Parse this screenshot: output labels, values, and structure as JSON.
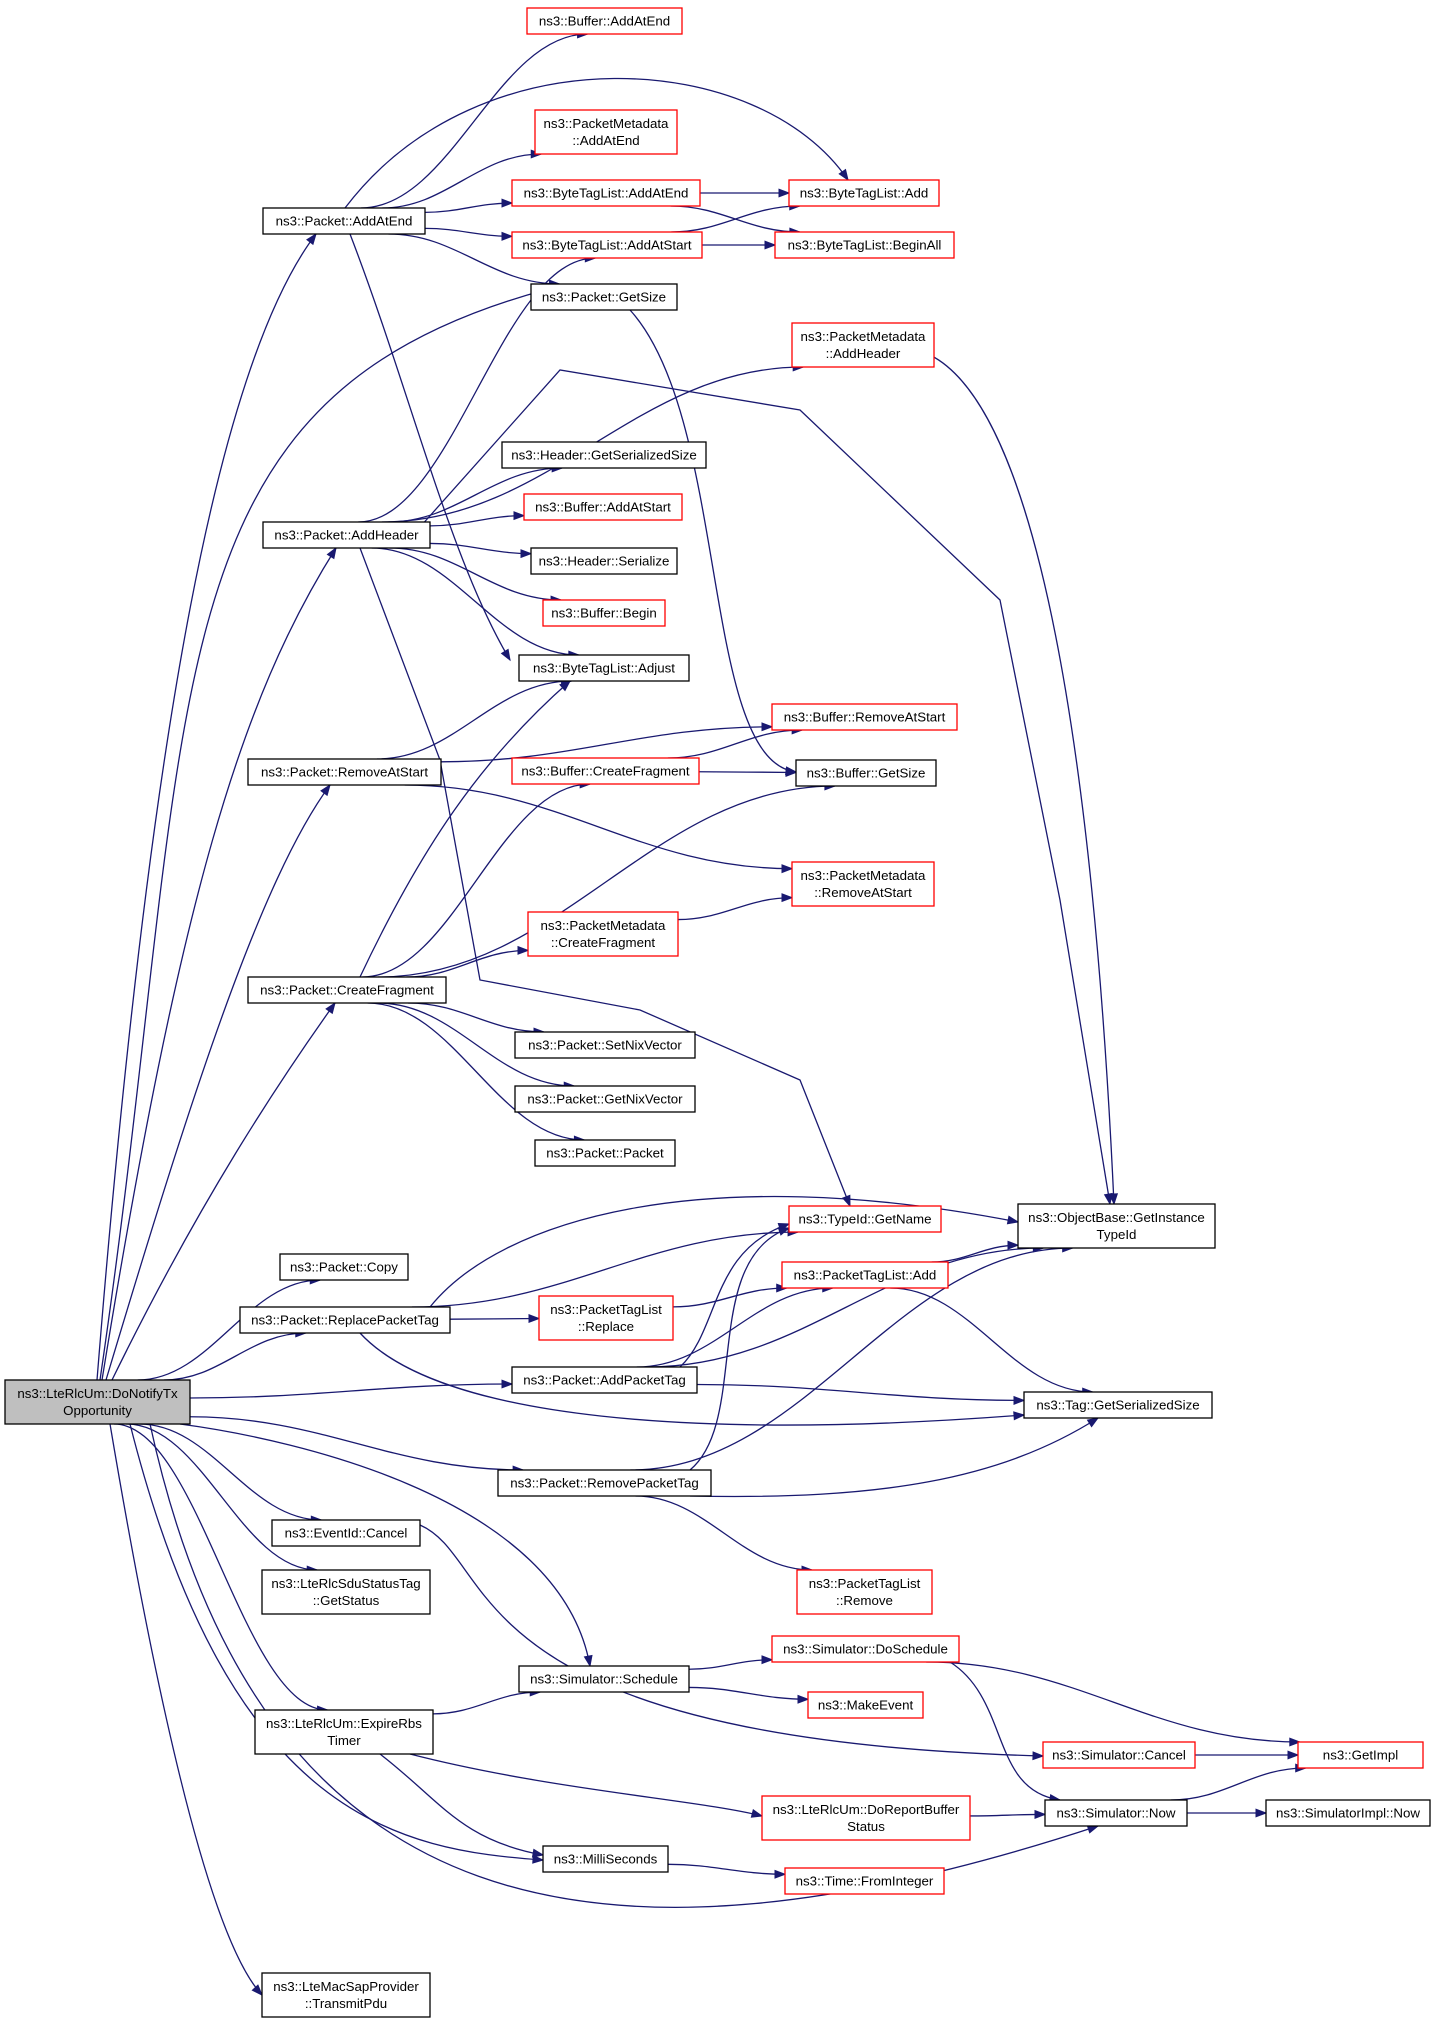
{
  "colors": {
    "edge": "#191970",
    "node_border_normal": "#000000",
    "node_border_truncated": "#ff0000",
    "root_fill": "#bfbfbf",
    "node_fill": "#ffffff"
  },
  "nodes": [
    {
      "id": "root",
      "lines": [
        "ns3::LteRlcUm::DoNotifyTx",
        "Opportunity"
      ],
      "border": "black",
      "root": true
    },
    {
      "id": "addAtEnd",
      "lines": [
        "ns3::Packet::AddAtEnd"
      ],
      "border": "black"
    },
    {
      "id": "addHeader",
      "lines": [
        "ns3::Packet::AddHeader"
      ],
      "border": "black"
    },
    {
      "id": "removeAtStart",
      "lines": [
        "ns3::Packet::RemoveAtStart"
      ],
      "border": "black"
    },
    {
      "id": "createFragment",
      "lines": [
        "ns3::Packet::CreateFragment"
      ],
      "border": "black"
    },
    {
      "id": "copy",
      "lines": [
        "ns3::Packet::Copy"
      ],
      "border": "black"
    },
    {
      "id": "replacePacketTag",
      "lines": [
        "ns3::Packet::ReplacePacketTag"
      ],
      "border": "black"
    },
    {
      "id": "addPacketTag",
      "lines": [
        "ns3::Packet::AddPacketTag"
      ],
      "border": "black"
    },
    {
      "id": "removePacketTag",
      "lines": [
        "ns3::Packet::RemovePacketTag"
      ],
      "border": "black"
    },
    {
      "id": "eventCancel",
      "lines": [
        "ns3::EventId::Cancel"
      ],
      "border": "black"
    },
    {
      "id": "sduGetStatus",
      "lines": [
        "ns3::LteRlcSduStatusTag",
        "::GetStatus"
      ],
      "border": "black"
    },
    {
      "id": "simSchedule",
      "lines": [
        "ns3::Simulator::Schedule"
      ],
      "border": "black"
    },
    {
      "id": "expireRbs",
      "lines": [
        "ns3::LteRlcUm::ExpireRbs",
        "Timer"
      ],
      "border": "black"
    },
    {
      "id": "milliSeconds",
      "lines": [
        "ns3::MilliSeconds"
      ],
      "border": "black"
    },
    {
      "id": "transmitPdu",
      "lines": [
        "ns3::LteMacSapProvider",
        "::TransmitPdu"
      ],
      "border": "black"
    },
    {
      "id": "bufAddAtEnd",
      "lines": [
        "ns3::Buffer::AddAtEnd"
      ],
      "border": "red"
    },
    {
      "id": "pmAddAtEnd",
      "lines": [
        "ns3::PacketMetadata",
        "::AddAtEnd"
      ],
      "border": "red"
    },
    {
      "id": "btlAddAtEnd",
      "lines": [
        "ns3::ByteTagList::AddAtEnd"
      ],
      "border": "red"
    },
    {
      "id": "btlAddAtStart",
      "lines": [
        "ns3::ByteTagList::AddAtStart"
      ],
      "border": "red"
    },
    {
      "id": "pktGetSize",
      "lines": [
        "ns3::Packet::GetSize"
      ],
      "border": "black"
    },
    {
      "id": "btlAdd",
      "lines": [
        "ns3::ByteTagList::Add"
      ],
      "border": "red"
    },
    {
      "id": "btlBeginAll",
      "lines": [
        "ns3::ByteTagList::BeginAll"
      ],
      "border": "red"
    },
    {
      "id": "pmAddHeader",
      "lines": [
        "ns3::PacketMetadata",
        "::AddHeader"
      ],
      "border": "red"
    },
    {
      "id": "hdrGetSerSize",
      "lines": [
        "ns3::Header::GetSerializedSize"
      ],
      "border": "black"
    },
    {
      "id": "bufAddAtStart",
      "lines": [
        "ns3::Buffer::AddAtStart"
      ],
      "border": "red"
    },
    {
      "id": "hdrSerialize",
      "lines": [
        "ns3::Header::Serialize"
      ],
      "border": "black"
    },
    {
      "id": "bufBegin",
      "lines": [
        "ns3::Buffer::Begin"
      ],
      "border": "red"
    },
    {
      "id": "btlAdjust",
      "lines": [
        "ns3::ByteTagList::Adjust"
      ],
      "border": "black"
    },
    {
      "id": "bufRemoveAtStart",
      "lines": [
        "ns3::Buffer::RemoveAtStart"
      ],
      "border": "red"
    },
    {
      "id": "bufCreateFragment",
      "lines": [
        "ns3::Buffer::CreateFragment"
      ],
      "border": "red"
    },
    {
      "id": "bufGetSize",
      "lines": [
        "ns3::Buffer::GetSize"
      ],
      "border": "black"
    },
    {
      "id": "pmRemoveAtStart",
      "lines": [
        "ns3::PacketMetadata",
        "::RemoveAtStart"
      ],
      "border": "red"
    },
    {
      "id": "pmCreateFragment",
      "lines": [
        "ns3::PacketMetadata",
        "::CreateFragment"
      ],
      "border": "red"
    },
    {
      "id": "setNixVector",
      "lines": [
        "ns3::Packet::SetNixVector"
      ],
      "border": "black"
    },
    {
      "id": "getNixVector",
      "lines": [
        "ns3::Packet::GetNixVector"
      ],
      "border": "black"
    },
    {
      "id": "pktPacket",
      "lines": [
        "ns3::Packet::Packet"
      ],
      "border": "black"
    },
    {
      "id": "typeIdGetName",
      "lines": [
        "ns3::TypeId::GetName"
      ],
      "border": "red"
    },
    {
      "id": "objGetInstance",
      "lines": [
        "ns3::ObjectBase::GetInstance",
        "TypeId"
      ],
      "border": "black"
    },
    {
      "id": "ptlAdd",
      "lines": [
        "ns3::PacketTagList::Add"
      ],
      "border": "red"
    },
    {
      "id": "ptlReplace",
      "lines": [
        "ns3::PacketTagList",
        "::Replace"
      ],
      "border": "red"
    },
    {
      "id": "tagGetSerSize",
      "lines": [
        "ns3::Tag::GetSerializedSize"
      ],
      "border": "black"
    },
    {
      "id": "ptlRemove",
      "lines": [
        "ns3::PacketTagList",
        "::Remove"
      ],
      "border": "red"
    },
    {
      "id": "simDoSchedule",
      "lines": [
        "ns3::Simulator::DoSchedule"
      ],
      "border": "red"
    },
    {
      "id": "makeEvent",
      "lines": [
        "ns3::MakeEvent"
      ],
      "border": "red"
    },
    {
      "id": "simCancel",
      "lines": [
        "ns3::Simulator::Cancel"
      ],
      "border": "red"
    },
    {
      "id": "getImpl",
      "lines": [
        "ns3::GetImpl"
      ],
      "border": "red"
    },
    {
      "id": "doReportBuffer",
      "lines": [
        "ns3::LteRlcUm::DoReportBuffer",
        "Status"
      ],
      "border": "red"
    },
    {
      "id": "simNow",
      "lines": [
        "ns3::Simulator::Now"
      ],
      "border": "black"
    },
    {
      "id": "simImplNow",
      "lines": [
        "ns3::SimulatorImpl::Now"
      ],
      "border": "black"
    },
    {
      "id": "timeFromInteger",
      "lines": [
        "ns3::Time::FromInteger"
      ],
      "border": "red"
    }
  ],
  "edges": [
    [
      "root",
      "addAtEnd"
    ],
    [
      "root",
      "pktGetSize"
    ],
    [
      "root",
      "addHeader"
    ],
    [
      "root",
      "removeAtStart"
    ],
    [
      "root",
      "createFragment"
    ],
    [
      "root",
      "copy"
    ],
    [
      "root",
      "replacePacketTag"
    ],
    [
      "root",
      "addPacketTag"
    ],
    [
      "root",
      "removePacketTag"
    ],
    [
      "root",
      "eventCancel"
    ],
    [
      "root",
      "sduGetStatus"
    ],
    [
      "root",
      "simSchedule"
    ],
    [
      "root",
      "expireRbs"
    ],
    [
      "root",
      "milliSeconds"
    ],
    [
      "root",
      "simNow"
    ],
    [
      "root",
      "transmitPdu"
    ],
    [
      "addAtEnd",
      "bufAddAtEnd"
    ],
    [
      "addAtEnd",
      "btlAdd"
    ],
    [
      "addAtEnd",
      "pmAddAtEnd"
    ],
    [
      "addAtEnd",
      "btlAddAtEnd"
    ],
    [
      "addAtEnd",
      "btlAddAtStart"
    ],
    [
      "addAtEnd",
      "pktGetSize"
    ],
    [
      "addAtEnd",
      "btlAdjust"
    ],
    [
      "btlAddAtEnd",
      "btlAdd"
    ],
    [
      "btlAddAtEnd",
      "btlBeginAll"
    ],
    [
      "btlAddAtStart",
      "btlAdd"
    ],
    [
      "btlAddAtStart",
      "btlBeginAll"
    ],
    [
      "pktGetSize",
      "bufGetSize"
    ],
    [
      "pmAddHeader",
      "objGetInstance"
    ],
    [
      "addHeader",
      "btlAddAtStart"
    ],
    [
      "addHeader",
      "pmAddHeader"
    ],
    [
      "addHeader",
      "objGetInstance"
    ],
    [
      "addHeader",
      "hdrGetSerSize"
    ],
    [
      "addHeader",
      "bufAddAtStart"
    ],
    [
      "addHeader",
      "hdrSerialize"
    ],
    [
      "addHeader",
      "bufBegin"
    ],
    [
      "addHeader",
      "btlAdjust"
    ],
    [
      "addHeader",
      "typeIdGetName"
    ],
    [
      "removeAtStart",
      "btlAdjust"
    ],
    [
      "removeAtStart",
      "bufRemoveAtStart"
    ],
    [
      "removeAtStart",
      "pmRemoveAtStart"
    ],
    [
      "bufCreateFragment",
      "bufRemoveAtStart"
    ],
    [
      "bufCreateFragment",
      "bufGetSize"
    ],
    [
      "pmCreateFragment",
      "pmRemoveAtStart"
    ],
    [
      "createFragment",
      "btlAdjust"
    ],
    [
      "createFragment",
      "bufCreateFragment"
    ],
    [
      "createFragment",
      "bufGetSize"
    ],
    [
      "createFragment",
      "pmCreateFragment"
    ],
    [
      "createFragment",
      "setNixVector"
    ],
    [
      "createFragment",
      "getNixVector"
    ],
    [
      "createFragment",
      "pktPacket"
    ],
    [
      "replacePacketTag",
      "objGetInstance"
    ],
    [
      "replacePacketTag",
      "typeIdGetName"
    ],
    [
      "replacePacketTag",
      "ptlReplace"
    ],
    [
      "replacePacketTag",
      "tagGetSerSize"
    ],
    [
      "ptlReplace",
      "ptlAdd"
    ],
    [
      "ptlAdd",
      "objGetInstance"
    ],
    [
      "ptlAdd",
      "tagGetSerSize"
    ],
    [
      "addPacketTag",
      "typeIdGetName"
    ],
    [
      "addPacketTag",
      "ptlAdd"
    ],
    [
      "addPacketTag",
      "objGetInstance"
    ],
    [
      "addPacketTag",
      "tagGetSerSize"
    ],
    [
      "removePacketTag",
      "typeIdGetName"
    ],
    [
      "removePacketTag",
      "objGetInstance"
    ],
    [
      "removePacketTag",
      "tagGetSerSize"
    ],
    [
      "removePacketTag",
      "ptlRemove"
    ],
    [
      "eventCancel",
      "simCancel"
    ],
    [
      "simSchedule",
      "simDoSchedule"
    ],
    [
      "simSchedule",
      "makeEvent"
    ],
    [
      "simDoSchedule",
      "getImpl"
    ],
    [
      "simDoSchedule",
      "simNow"
    ],
    [
      "simCancel",
      "getImpl"
    ],
    [
      "expireRbs",
      "simSchedule"
    ],
    [
      "expireRbs",
      "doReportBuffer"
    ],
    [
      "expireRbs",
      "milliSeconds"
    ],
    [
      "doReportBuffer",
      "simNow"
    ],
    [
      "simNow",
      "getImpl"
    ],
    [
      "simNow",
      "simImplNow"
    ],
    [
      "milliSeconds",
      "timeFromInteger"
    ]
  ]
}
